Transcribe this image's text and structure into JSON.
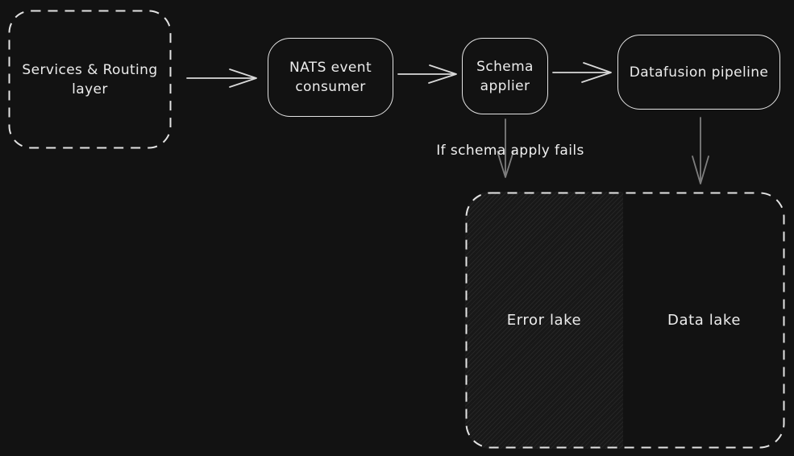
{
  "diagram": {
    "nodes": {
      "services": {
        "label": "Services & Routing\nlayer"
      },
      "nats": {
        "label": "NATS event\nconsumer"
      },
      "schema": {
        "label": "Schema\napplier"
      },
      "datafusion": {
        "label": "Datafusion pipeline"
      },
      "error_lake": {
        "label": "Error lake"
      },
      "data_lake": {
        "label": "Data lake"
      }
    },
    "annotations": {
      "schema_fail_label": "If schema apply fails"
    },
    "colors": {
      "background": "#121212",
      "stroke": "#e3e3e3",
      "arrow": "#d9d9d9",
      "muted_arrow": "#7e7e7e",
      "hatch_region": "#1b1b1b"
    }
  }
}
